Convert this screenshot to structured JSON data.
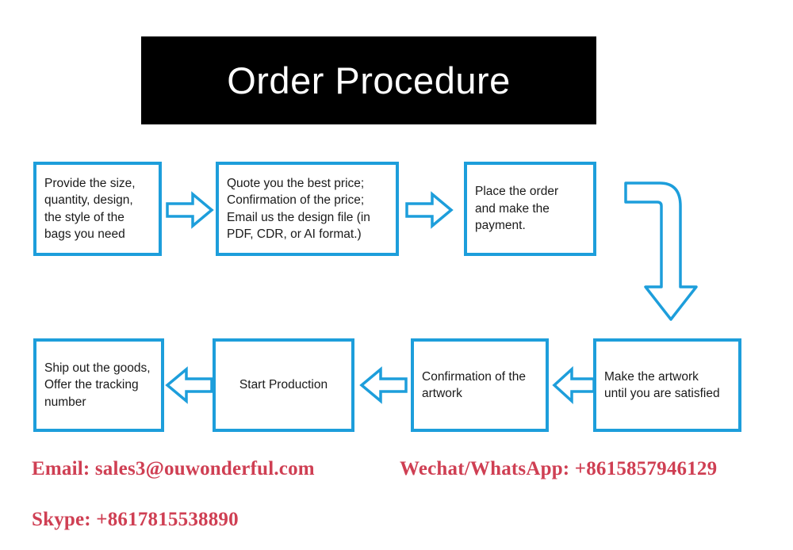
{
  "header": {
    "title": "Order Procedure",
    "background_color": "#000000",
    "text_color": "#ffffff"
  },
  "theme": {
    "accent_color": "#1d9edb",
    "contact_color": "#cf3f53",
    "page_background": "#ffffff"
  },
  "flow": {
    "row1": [
      {
        "id": "provide",
        "text": "Provide the size,\nquantity, design,\nthe style of the\nbags you need",
        "align": "left"
      },
      {
        "id": "quote",
        "text": "Quote you the best price;\nConfirmation of the price;\nEmail us the design file (in\nPDF, CDR, or AI format.)",
        "align": "left"
      },
      {
        "id": "place",
        "text": "Place the order\nand make the\npayment.",
        "align": "left"
      }
    ],
    "row2": [
      {
        "id": "ship",
        "text": "Ship out the goods,\nOffer the tracking\nnumber",
        "align": "left"
      },
      {
        "id": "start",
        "text": "Start Production",
        "align": "center"
      },
      {
        "id": "confirm",
        "text": "Confirmation of the\nartwork",
        "align": "left"
      },
      {
        "id": "make",
        "text": "Make the artwork\nuntil you are satisfied",
        "align": "left"
      }
    ],
    "arrows": [
      {
        "id": "arrow-1",
        "icon": "arrow-right-icon",
        "direction": "right"
      },
      {
        "id": "arrow-2",
        "icon": "arrow-right-icon",
        "direction": "right"
      },
      {
        "id": "arrow-bend",
        "icon": "arrow-bent-right-down-icon",
        "direction": "right-down"
      },
      {
        "id": "arrow-3",
        "icon": "arrow-left-icon",
        "direction": "left"
      },
      {
        "id": "arrow-4",
        "icon": "arrow-left-icon",
        "direction": "left"
      },
      {
        "id": "arrow-5",
        "icon": "arrow-left-icon",
        "direction": "left"
      }
    ]
  },
  "contact": {
    "email": "Email: sales3@ouwonderful.com",
    "wechat_whatsapp": "Wechat/WhatsApp: +8615857946129",
    "skype": "Skype: +8617815538890"
  }
}
